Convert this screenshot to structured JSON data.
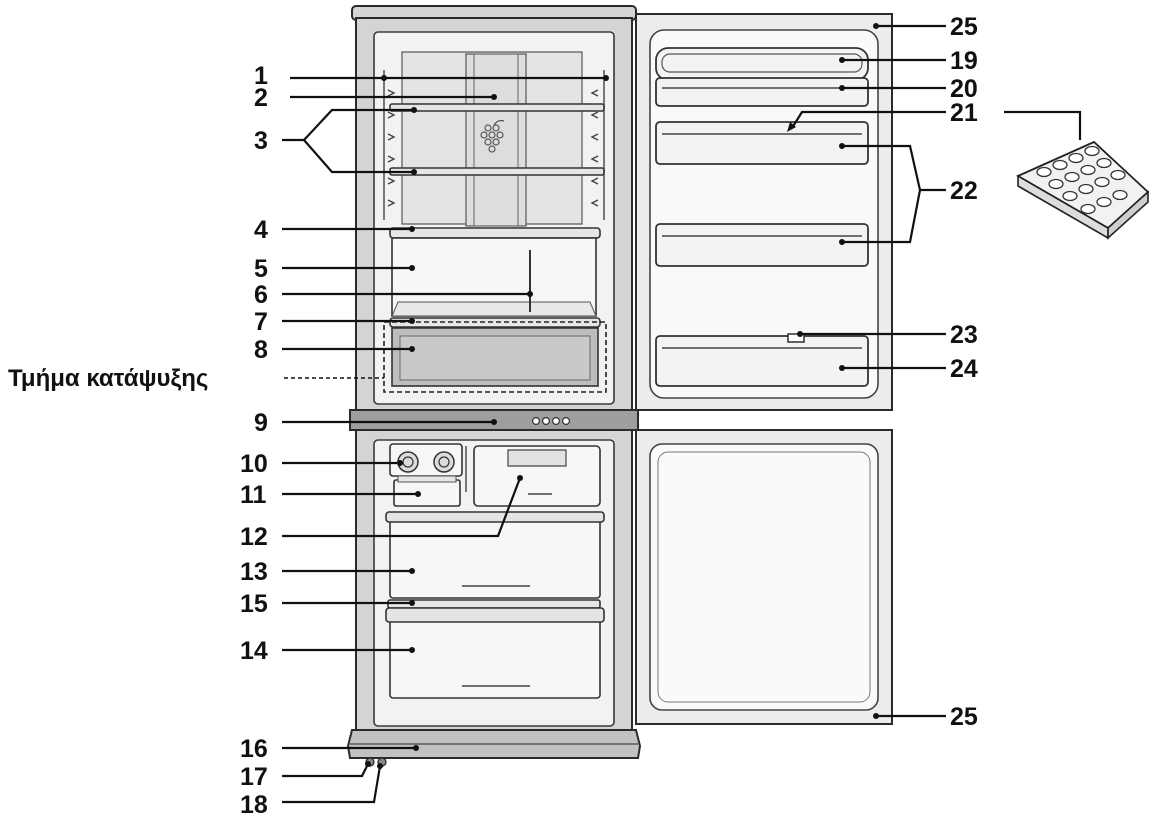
{
  "diagram": {
    "left_labels": [
      "1",
      "2",
      "3",
      "4",
      "5",
      "6",
      "7",
      "8",
      "9",
      "10",
      "11",
      "12",
      "13",
      "15",
      "14",
      "16",
      "17",
      "18"
    ],
    "compartment_label": "Τμήμα κατάψυξης",
    "right_labels": [
      "25",
      "19",
      "20",
      "21",
      "22",
      "23",
      "24",
      "25"
    ]
  }
}
